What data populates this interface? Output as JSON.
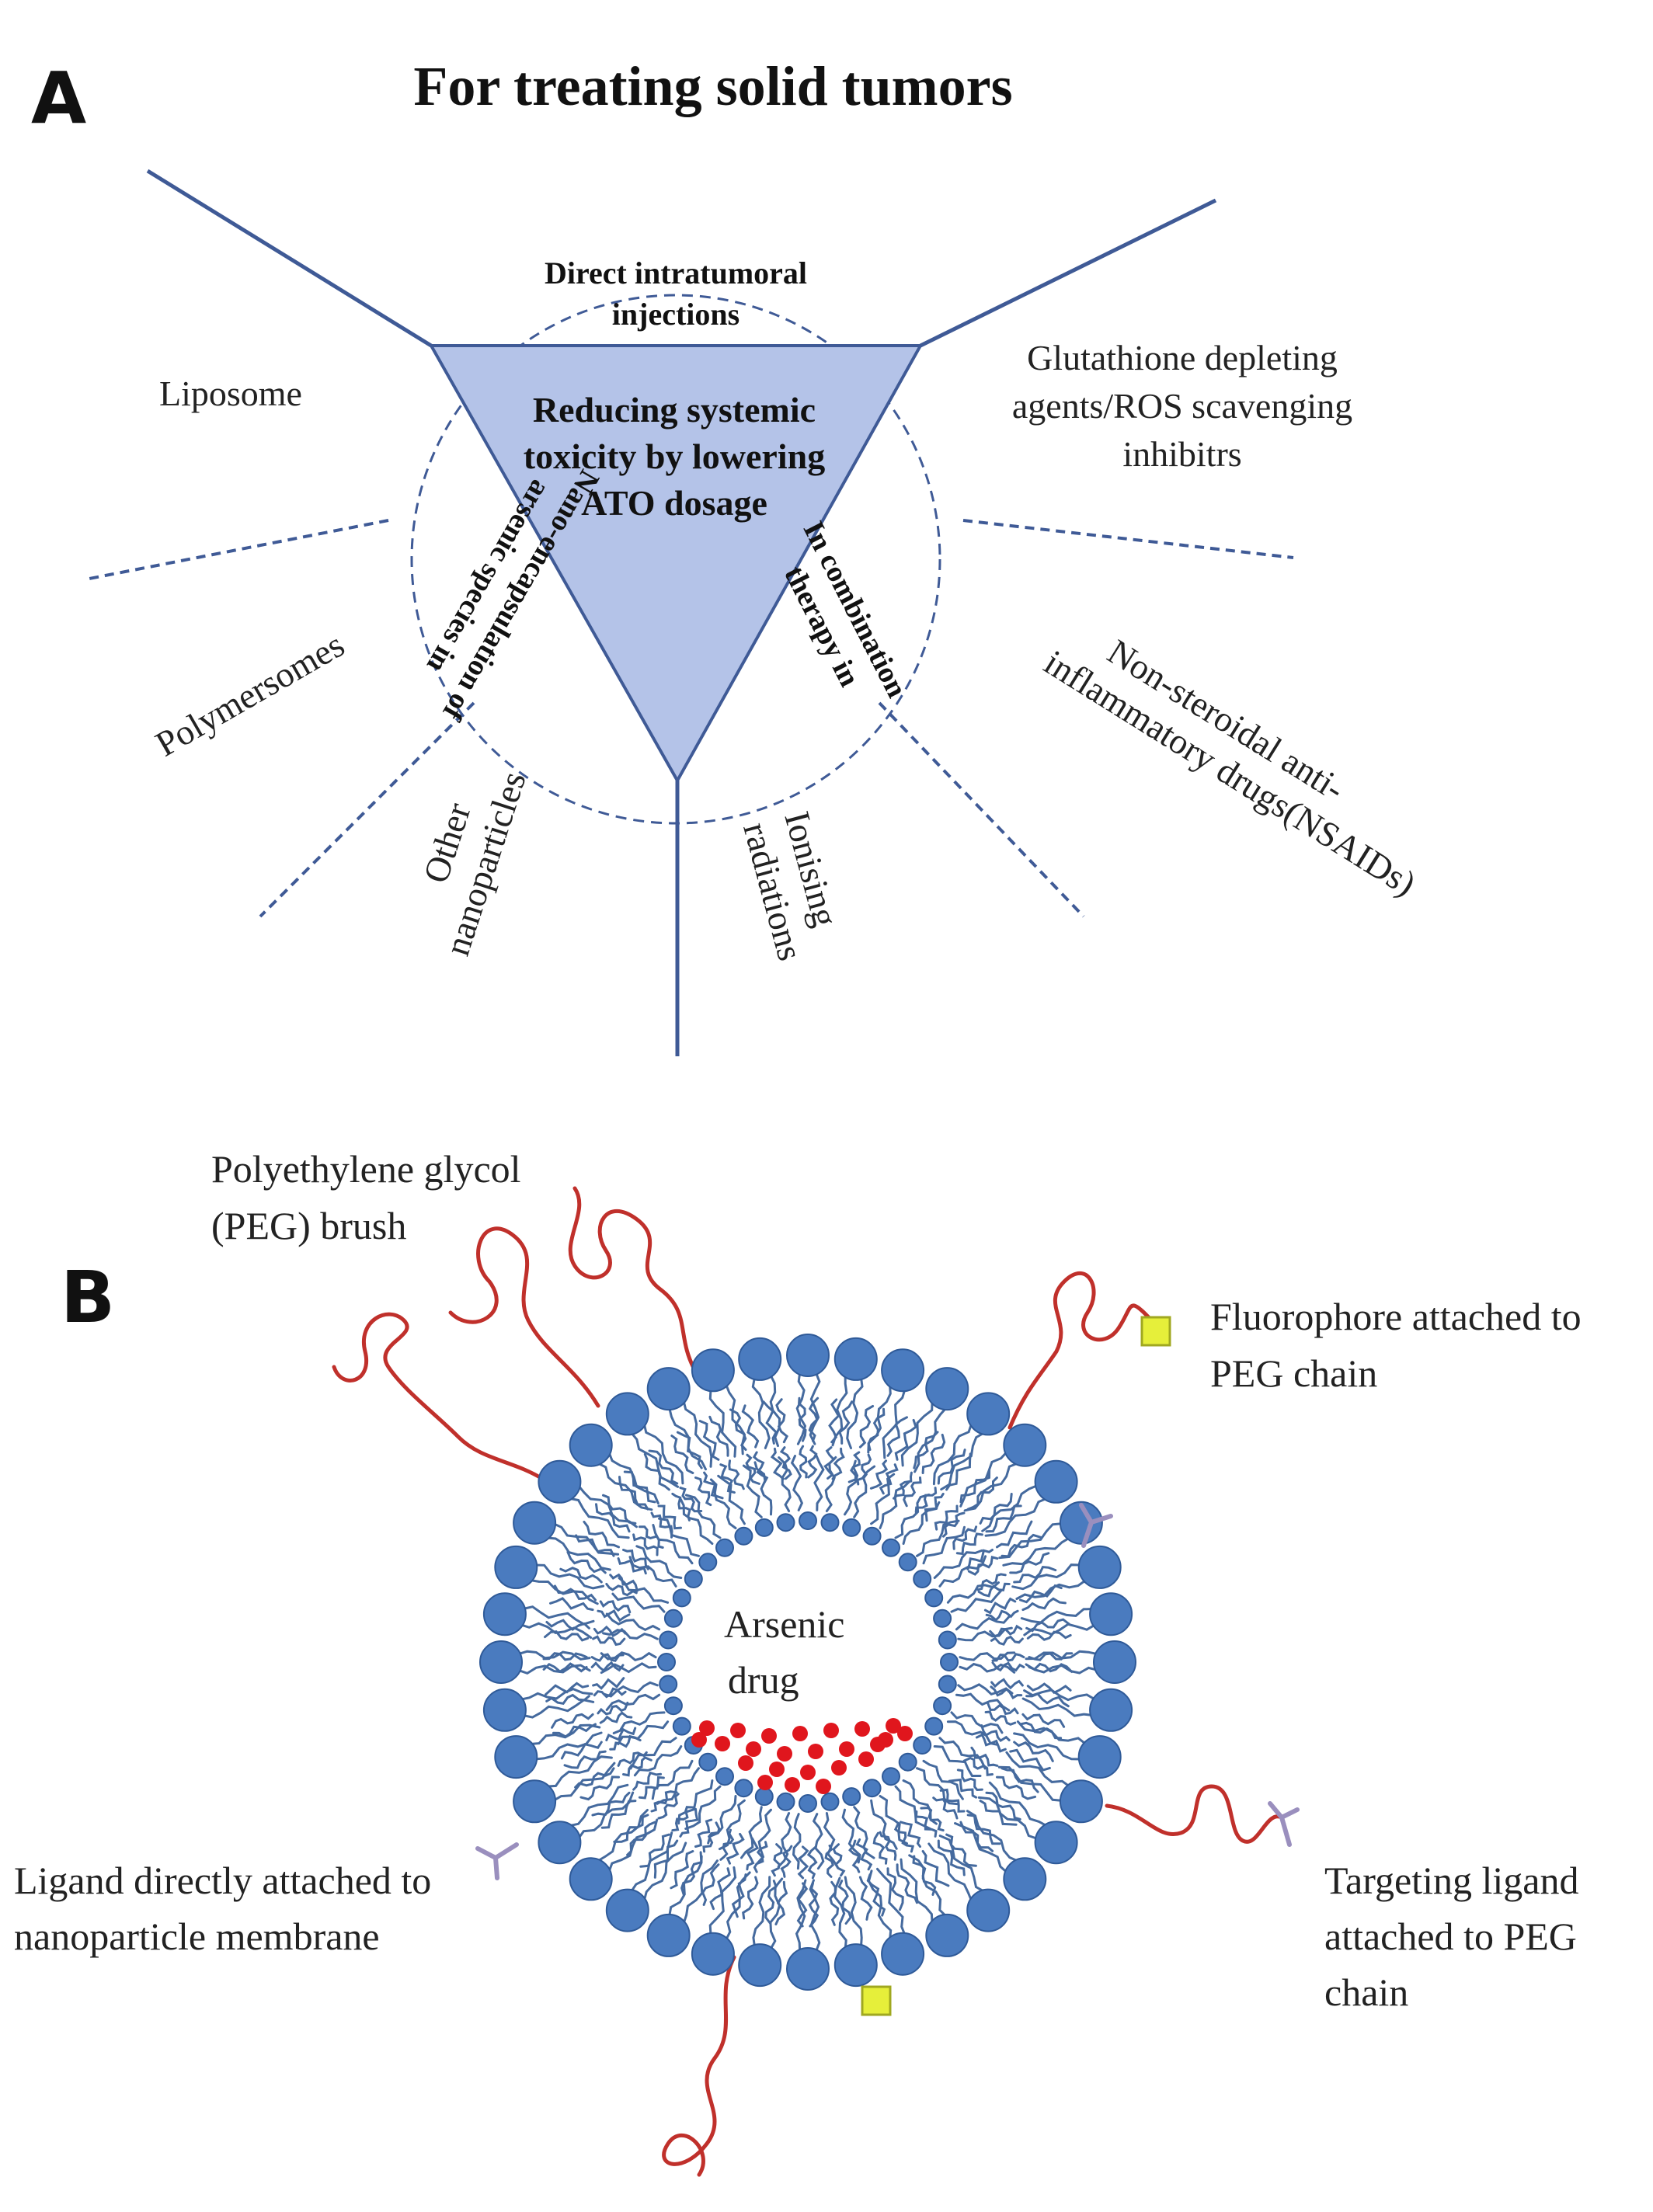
{
  "panel_a": {
    "letter": "A",
    "title": "For treating solid tumors",
    "center": [
      "Reducing systemic",
      "toxicity by lowering",
      "ATO dosage"
    ],
    "top_arc": [
      "Direct intratumoral",
      "injections"
    ],
    "left_arc": [
      "Nano-encapsulation of",
      "arsenic species in"
    ],
    "right_arc": [
      "In combination",
      "therapy in"
    ],
    "outer": {
      "liposome": "Liposome",
      "polymersomes": "Polymersomes",
      "other_nanoparticles": [
        "Other",
        "nanoparticles"
      ],
      "glutathione": [
        "Glutathione  depleting",
        "agents/ROS scavenging",
        "inhibitrs"
      ],
      "nsaids": [
        "Non-steroidal anti-",
        "inflammatory drugs(NSAIDs)"
      ],
      "ionising": [
        "Ionising",
        "radiations"
      ]
    },
    "colors": {
      "line": "#3f5a96",
      "triangle_fill": "#b4c3e8"
    }
  },
  "panel_b": {
    "letter": "B",
    "labels": {
      "peg": [
        "Polyethylene glycol",
        "(PEG) brush"
      ],
      "fluorophore": [
        "Fluorophore attached to",
        "PEG chain"
      ],
      "ligand_direct": [
        "Ligand directly attached to",
        "nanoparticle membrane"
      ],
      "targeting": [
        "Targeting ligand",
        "attached to PEG",
        "chain"
      ],
      "arsenic": [
        "Arsenic",
        "drug"
      ]
    },
    "colors": {
      "head": "#4a7bbf",
      "tail": "#456a9e",
      "peg": "#c0302b",
      "drug": "#e0161d",
      "fluorophore": "#e6ef3a",
      "ligand": "#9a8fbe"
    }
  }
}
